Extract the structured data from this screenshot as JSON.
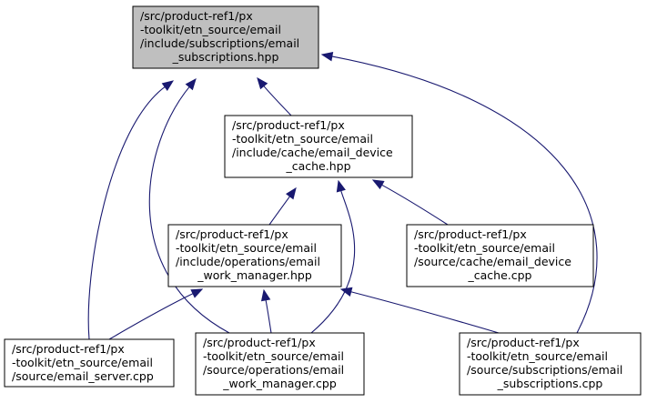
{
  "diagram": {
    "style": {
      "edge_color": "#191970",
      "highlight_fill": "#bfbfbf",
      "node_fill": "#ffffff"
    },
    "nodes": [
      {
        "id": "email_subscriptions_hpp",
        "highlighted": true,
        "lines": [
          "/src/product-ref1/px",
          "-toolkit/etn_source/email",
          "/include/subscriptions/email",
          "_subscriptions.hpp"
        ]
      },
      {
        "id": "email_device_cache_hpp",
        "highlighted": false,
        "lines": [
          "/src/product-ref1/px",
          "-toolkit/etn_source/email",
          "/include/cache/email_device",
          "_cache.hpp"
        ]
      },
      {
        "id": "email_work_manager_hpp",
        "highlighted": false,
        "lines": [
          "/src/product-ref1/px",
          "-toolkit/etn_source/email",
          "/include/operations/email",
          "_work_manager.hpp"
        ]
      },
      {
        "id": "email_device_cache_cpp",
        "highlighted": false,
        "lines": [
          "/src/product-ref1/px",
          "-toolkit/etn_source/email",
          "/source/cache/email_device",
          "_cache.cpp"
        ]
      },
      {
        "id": "email_server_cpp",
        "highlighted": false,
        "lines": [
          "/src/product-ref1/px",
          "-toolkit/etn_source/email",
          "/source/email_server.cpp"
        ]
      },
      {
        "id": "email_work_manager_cpp",
        "highlighted": false,
        "lines": [
          "/src/product-ref1/px",
          "-toolkit/etn_source/email",
          "/source/operations/email",
          "_work_manager.cpp"
        ]
      },
      {
        "id": "email_subscriptions_cpp",
        "highlighted": false,
        "lines": [
          "/src/product-ref1/px",
          "-toolkit/etn_source/email",
          "/source/subscriptions/email",
          "_subscriptions.cpp"
        ]
      }
    ],
    "edges": [
      {
        "from": "email_device_cache_hpp",
        "to": "email_subscriptions_hpp"
      },
      {
        "from": "email_server_cpp",
        "to": "email_subscriptions_hpp"
      },
      {
        "from": "email_work_manager_cpp",
        "to": "email_subscriptions_hpp"
      },
      {
        "from": "email_subscriptions_cpp",
        "to": "email_subscriptions_hpp"
      },
      {
        "from": "email_work_manager_hpp",
        "to": "email_device_cache_hpp"
      },
      {
        "from": "email_work_manager_cpp",
        "to": "email_device_cache_hpp"
      },
      {
        "from": "email_device_cache_cpp",
        "to": "email_device_cache_hpp"
      },
      {
        "from": "email_server_cpp",
        "to": "email_work_manager_hpp"
      },
      {
        "from": "email_work_manager_cpp",
        "to": "email_work_manager_hpp"
      },
      {
        "from": "email_subscriptions_cpp",
        "to": "email_work_manager_hpp"
      }
    ]
  }
}
